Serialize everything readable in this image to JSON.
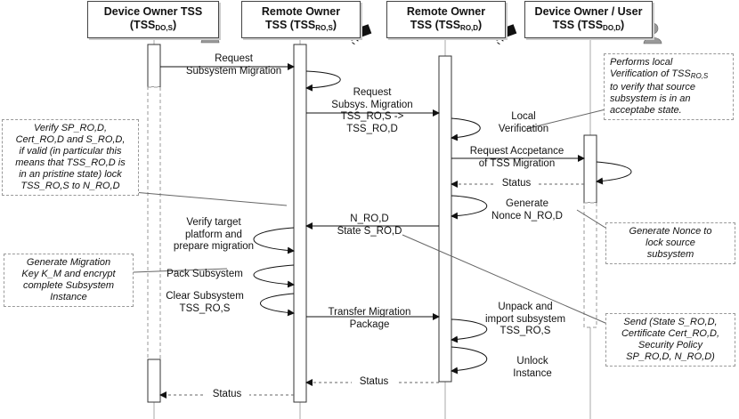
{
  "participants": [
    {
      "id": "do_tss",
      "title": "Device Owner TSS",
      "sub_pre": "(TSS",
      "sub": "DO,S",
      "sub_post": ")",
      "icon": "person-icon"
    },
    {
      "id": "ro_tss_s",
      "title": "Remote Owner",
      "title2_pre": "TSS (TSS",
      "sub": "RO,S",
      "sub_post": ")",
      "icon": "chip-icon"
    },
    {
      "id": "ro_tss_d",
      "title": "Remote Owner",
      "title2_pre": "TSS (TSS",
      "sub": "RO,D",
      "sub_post": ")",
      "icon": "chip-icon"
    },
    {
      "id": "dou_tss",
      "title": "Device Owner / User",
      "title2_pre": "TSS (TSS",
      "sub": "DO,D",
      "sub_post": ")",
      "icon": "person-icon"
    }
  ],
  "messages": {
    "request_subsystem_migration": [
      "Request",
      "Subsystem Migration"
    ],
    "request_subsys_migration": [
      "Request",
      "Subsys. Migration",
      "TSS_RO,S ->",
      "TSS_RO,D"
    ],
    "local_verification": [
      "Local",
      "Verification"
    ],
    "request_acceptance": [
      "Request Accpetance",
      "of TSS Migration"
    ],
    "status_1": "Status",
    "generate_nonce": [
      "Generate",
      "Nonce N_RO,D"
    ],
    "nro_state": [
      "N_RO,D",
      "State S_RO,D"
    ],
    "verify_target": [
      "Verify target",
      "platform and",
      "prepare migration"
    ],
    "pack_subsystem": "Pack Subsystem",
    "clear_subsystem": [
      "Clear Subsystem",
      "TSS_RO,S"
    ],
    "transfer_migration": [
      "Transfer Migration",
      "Package"
    ],
    "unpack_import": [
      "Unpack and",
      "import subsystem",
      "TSS_RO,S"
    ],
    "unlock_instance": [
      "Unlock",
      "Instance"
    ],
    "status_2": "Status",
    "status_3": "Status"
  },
  "notes": {
    "local_verif_pre": "Performs local",
    "local_verif_2": "Verification of TSS",
    "local_verif_sub": "RO,S",
    "local_verif_3": "to verify that source",
    "local_verif_4": "subsystem is in an",
    "local_verif_5": "acceptabe state.",
    "verify_sp": [
      "Verify SP_RO,D,",
      "Cert_RO,D and S_RO,D,",
      "if valid (in particular this",
      "means that TSS_RO,D is",
      "in an pristine state) lock",
      "TSS_RO,S to N_RO,D"
    ],
    "generate_key": [
      "Generate Migration",
      "Key K_M and encrypt",
      "complete Subsystem",
      "Instance"
    ],
    "generate_nonce_note": [
      "Generate Nonce to",
      "lock source",
      "subsystem"
    ],
    "send_state": [
      "Send (State S_RO,D,",
      "Certificate Cert_RO,D,",
      "Security Policy",
      "SP_RO,D, N_RO,D)"
    ]
  }
}
